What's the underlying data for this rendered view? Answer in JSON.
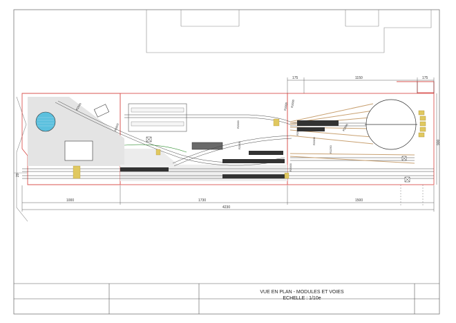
{
  "title_block": {
    "line1": "VUE EN PLAN - MODULES ET VOIES",
    "line2": "ECHELLE : 1/10e"
  },
  "dimensions": {
    "top_left": "175",
    "top_middle": "1150",
    "top_right": "175",
    "bottom_module_1": "1000",
    "bottom_module_2": "1730",
    "bottom_module_3": "1500",
    "bottom_total": "4230",
    "right_height": "900",
    "left_height": "20"
  },
  "track_labels": {
    "r1": "R2000",
    "r2": "R1800",
    "r3": "R2000",
    "r4": "R2000",
    "r5": "R2000",
    "r6": "R2000",
    "r7": "R2000",
    "r8": "R2000",
    "r9": "R2000",
    "r10": "R1250",
    "r11": "R2000"
  },
  "colors": {
    "module_outline": "#d9534f",
    "track": "#444444",
    "track_light": "#c8a070",
    "turntable_pit": "#5bc0de",
    "platform": "#d9d9d9",
    "signal_yellow": "#e0c860",
    "green_line": "#2a8a2a"
  }
}
